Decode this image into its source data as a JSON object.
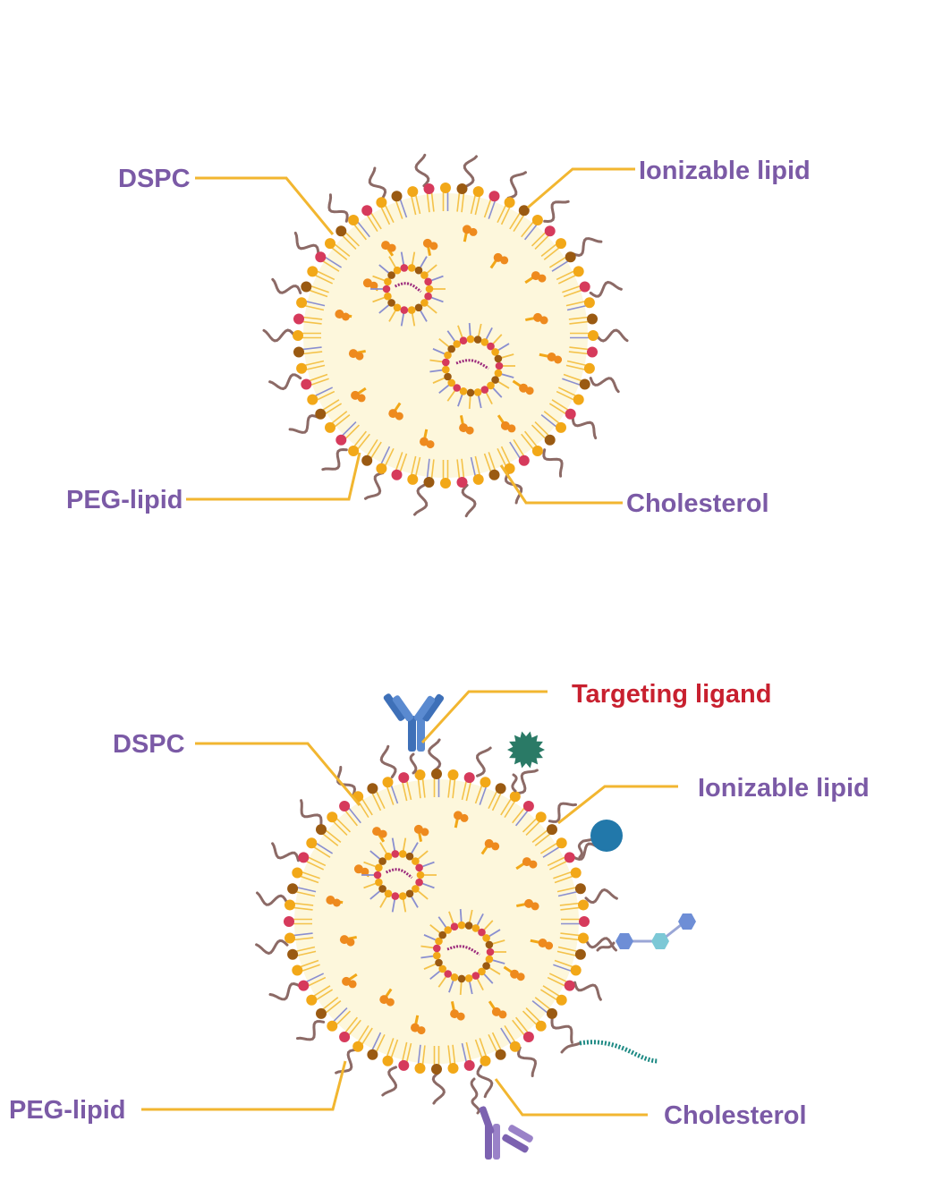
{
  "colors": {
    "label": "#7b5aa6",
    "targeting": "#c8202f",
    "leader": "#f2b630",
    "core": "#fdf7dc",
    "headGold": "#f2a818",
    "headRed": "#d63a5c",
    "headBrown": "#9a5a12",
    "tail": "#f4c24a",
    "tailViolet": "#8a8fd0",
    "cholesterol": "#ee8a1e",
    "peg": "#8c6a66",
    "rna": "#9c2a7c",
    "antibodyBlue": "#3e70b8",
    "antibodyPurple": "#7c62b0",
    "ligandTeal": "#2a7a66",
    "ligandBlue": "#2278aa",
    "hexBlue": "#6e8ed6",
    "hexCyan": "#7cc8d6",
    "peptide": "#1e8a84"
  },
  "diagrams": [
    {
      "labels": {
        "dspc": "DSPC",
        "ionizable": "Ionizable lipid",
        "peg": "PEG-lipid",
        "cholesterol": "Cholesterol"
      }
    },
    {
      "labels": {
        "dspc": "DSPC",
        "targeting": "Targeting ligand",
        "ionizable": "Ionizable lipid",
        "peg": "PEG-lipid",
        "cholesterol": "Cholesterol"
      },
      "ligands": [
        "antibody",
        "spiky-particle",
        "sphere",
        "glycan-chain",
        "peptide",
        "antibody"
      ]
    }
  ]
}
